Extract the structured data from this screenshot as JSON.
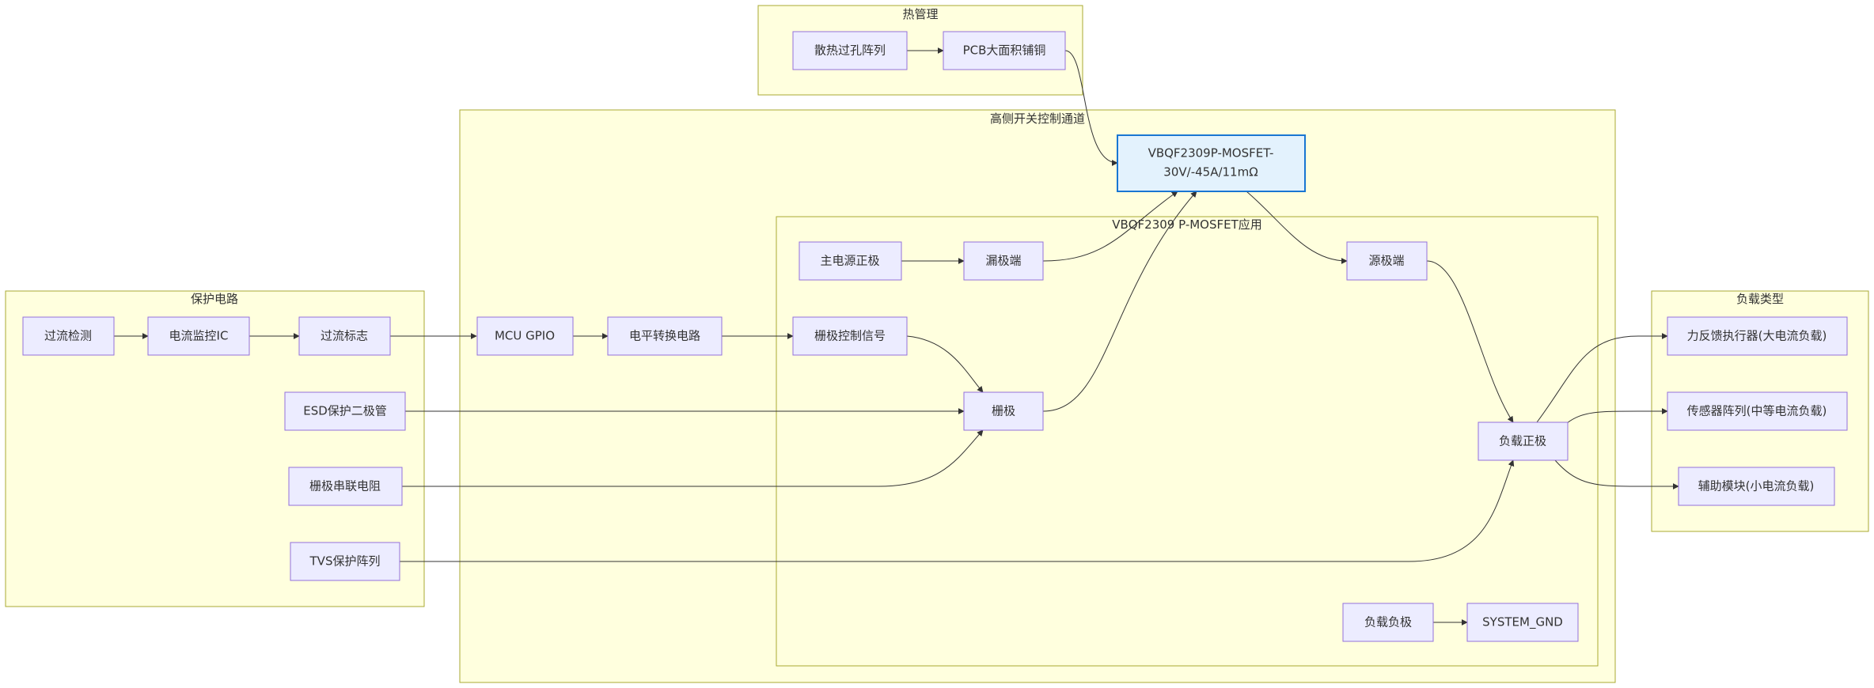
{
  "diagram": {
    "clusters": {
      "thermal": "热管理",
      "high_side": "高侧开关控制通道",
      "app": "VBQF2309 P-MOSFET应用",
      "protection": "保护电路",
      "load_types": "负载类型"
    },
    "nodes": {
      "vias": "散热过孔阵列",
      "copper": "PCB大面积铺铜",
      "mosfet_line1": "VBQF2309P-MOSFET-",
      "mosfet_line2": "30V/-45A/11mΩ",
      "main_pos": "主电源正极",
      "drain": "漏极端",
      "source": "源极端",
      "gate_ctrl": "栅极控制信号",
      "gate": "栅极",
      "load_pos": "负载正极",
      "load_neg": "负载负极",
      "system_gnd": "SYSTEM_GND",
      "mcu_gpio": "MCU GPIO",
      "level_shift": "电平转换电路",
      "oc_detect": "过流检测",
      "current_ic": "电流监控IC",
      "oc_flag": "过流标志",
      "esd": "ESD保护二极管",
      "gate_res": "栅极串联电阻",
      "tvs": "TVS保护阵列",
      "load_high": "力反馈执行器(大电流负载)",
      "load_mid": "传感器阵列(中等电流负载)",
      "load_low": "辅助模块(小电流负载)"
    }
  }
}
